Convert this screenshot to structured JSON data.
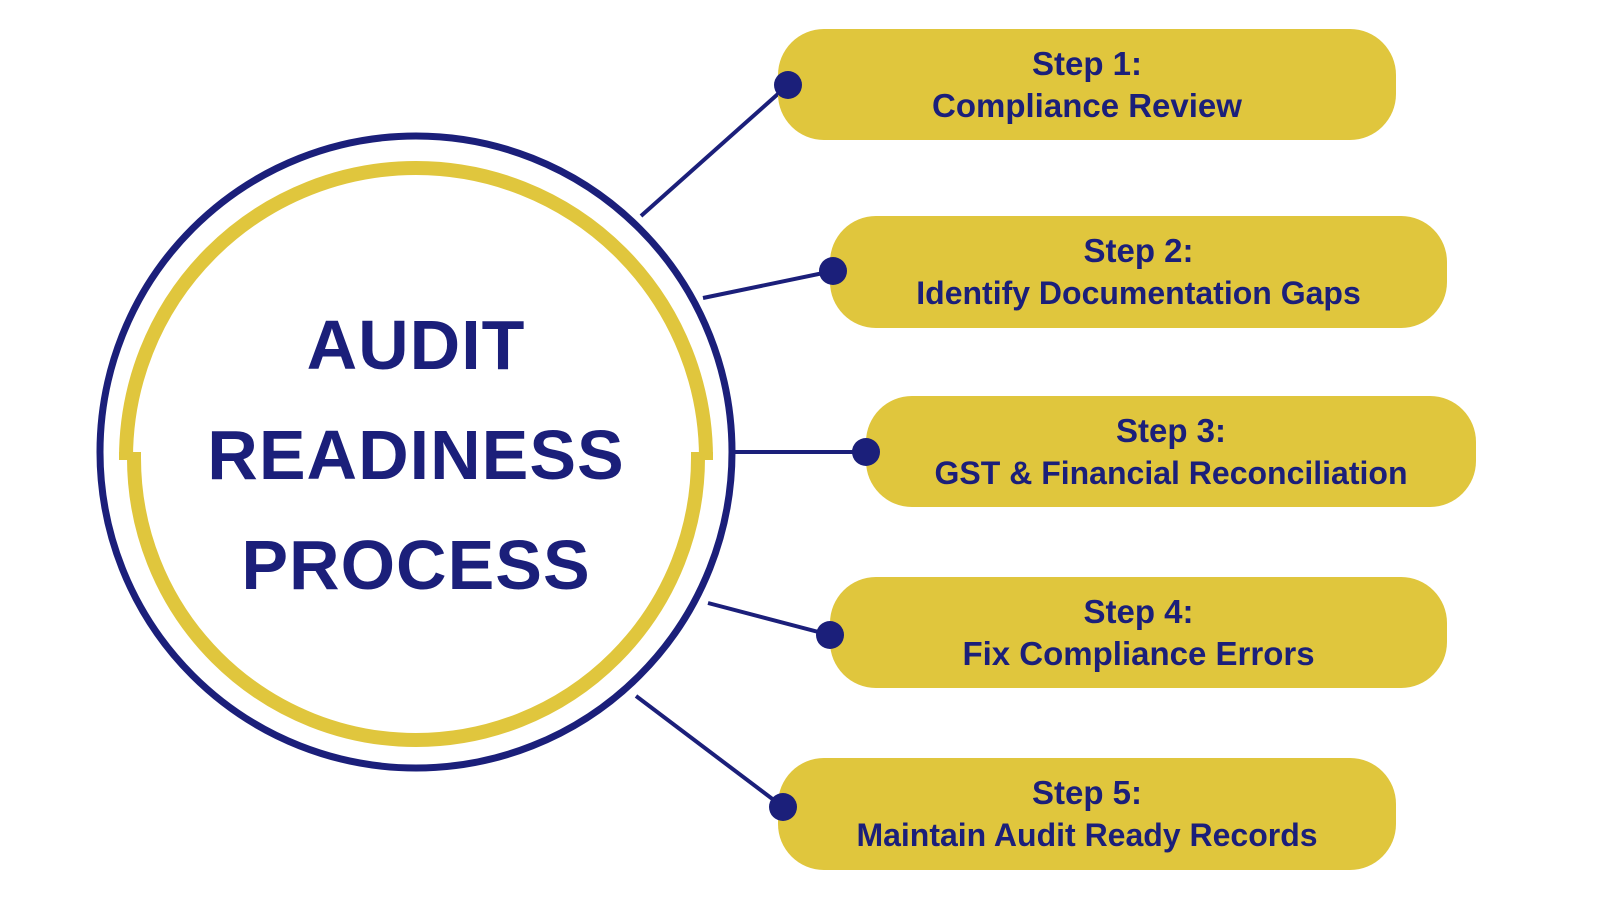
{
  "center": {
    "title_lines": [
      "AUDIT",
      "READINESS",
      "PROCESS"
    ]
  },
  "steps": [
    {
      "label": "Step 1:",
      "name": "Compliance Review"
    },
    {
      "label": "Step 2:",
      "name": "Identify Documentation Gaps"
    },
    {
      "label": "Step 3:",
      "name": "GST & Financial Reconciliation"
    },
    {
      "label": "Step 4:",
      "name": "Fix Compliance Errors"
    },
    {
      "label": "Step 5:",
      "name": "Maintain Audit Ready Records"
    }
  ],
  "colors": {
    "navy": "#1b1f7a",
    "gold": "#e0c63d",
    "background": "#ffffff"
  }
}
